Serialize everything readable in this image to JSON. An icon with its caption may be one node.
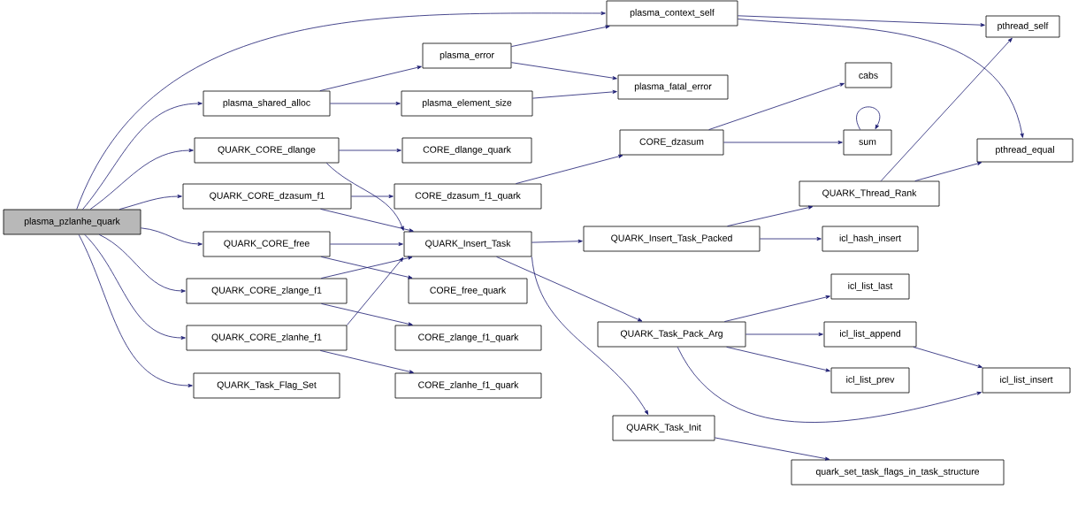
{
  "diagram": {
    "nodes": [
      {
        "text": [
          "plasma_pzlanhe_quark"
        ]
      },
      {
        "text": [
          "plasma_context_self"
        ]
      },
      {
        "text": [
          "pthread_self"
        ]
      },
      {
        "text": [
          "plasma_error"
        ]
      },
      {
        "text": [
          "plasma_shared_alloc"
        ]
      },
      {
        "text": [
          "plasma_element_size"
        ]
      },
      {
        "text": [
          "plasma_fatal_error"
        ]
      },
      {
        "text": [
          "cabs"
        ]
      },
      {
        "text": [
          "QUARK_CORE_dlange"
        ]
      },
      {
        "text": [
          "CORE_dlange_quark"
        ]
      },
      {
        "text": [
          "CORE_dzasum"
        ]
      },
      {
        "text": [
          "sum"
        ]
      },
      {
        "text": [
          "pthread_equal"
        ]
      },
      {
        "text": [
          "QUARK_CORE_dzasum_f1"
        ]
      },
      {
        "text": [
          "CORE_dzasum_f1_quark"
        ]
      },
      {
        "text": [
          "QUARK_Thread_Rank"
        ]
      },
      {
        "text": [
          "QUARK_CORE_free"
        ]
      },
      {
        "text": [
          "QUARK_Insert_Task"
        ]
      },
      {
        "text": [
          "QUARK_Insert_Task_Packed"
        ]
      },
      {
        "text": [
          "icl_hash_insert"
        ]
      },
      {
        "text": [
          "QUARK_CORE_zlange_f1"
        ]
      },
      {
        "text": [
          "CORE_free_quark"
        ]
      },
      {
        "text": [
          "icl_list_last"
        ]
      },
      {
        "text": [
          "QUARK_Task_Pack_Arg"
        ]
      },
      {
        "text": [
          "icl_list_append"
        ]
      },
      {
        "text": [
          "icl_list_insert"
        ]
      },
      {
        "text": [
          "CORE_zlange_f1_quark"
        ]
      },
      {
        "text": [
          "QUARK_CORE_zlanhe_f1"
        ]
      },
      {
        "text": [
          "icl_list_prev"
        ]
      },
      {
        "text": [
          "QUARK_Task_Flag_Set"
        ]
      },
      {
        "text": [
          "CORE_zlanhe_f1_quark"
        ]
      },
      {
        "text": [
          "QUARK_Task_Init"
        ]
      },
      {
        "text": [
          "quark_set_task_flags_in_task_structure"
        ]
      }
    ],
    "edges": [
      {
        "from": 0,
        "to": 1,
        "arrow": "to"
      },
      {
        "from": 0,
        "to": 4,
        "arrow": "to"
      },
      {
        "from": 0,
        "to": 8,
        "arrow": "to"
      },
      {
        "from": 0,
        "to": 13,
        "arrow": "to"
      },
      {
        "from": 0,
        "to": 16,
        "arrow": "to"
      },
      {
        "from": 0,
        "to": 20,
        "arrow": "to"
      },
      {
        "from": 0,
        "to": 27,
        "arrow": "to"
      },
      {
        "from": 0,
        "to": 29,
        "arrow": "to"
      },
      {
        "from": 1,
        "to": 2,
        "arrow": "to"
      },
      {
        "from": 1,
        "to": 12,
        "arrow": "to"
      },
      {
        "from": 3,
        "to": 1,
        "arrow": "to"
      },
      {
        "from": 3,
        "to": 6,
        "arrow": "to"
      },
      {
        "from": 4,
        "to": 3,
        "arrow": "to"
      },
      {
        "from": 4,
        "to": 5,
        "arrow": "to"
      },
      {
        "from": 5,
        "to": 6,
        "arrow": "to"
      },
      {
        "from": 8,
        "to": 9,
        "arrow": "to"
      },
      {
        "from": 8,
        "to": 17,
        "arrow": "to"
      },
      {
        "from": 10,
        "to": 7,
        "arrow": "to"
      },
      {
        "from": 10,
        "to": 11,
        "arrow": "to"
      },
      {
        "from": 11,
        "to": 11,
        "arrow": "to"
      },
      {
        "from": 13,
        "to": 14,
        "arrow": "to"
      },
      {
        "from": 13,
        "to": 17,
        "arrow": "to"
      },
      {
        "from": 14,
        "to": 10,
        "arrow": "to"
      },
      {
        "from": 16,
        "to": 17,
        "arrow": "to"
      },
      {
        "from": 16,
        "to": 21,
        "arrow": "to"
      },
      {
        "from": 20,
        "to": 17,
        "arrow": "to"
      },
      {
        "from": 20,
        "to": 26,
        "arrow": "to"
      },
      {
        "from": 27,
        "to": 17,
        "arrow": "to"
      },
      {
        "from": 27,
        "to": 30,
        "arrow": "to"
      },
      {
        "from": 17,
        "to": 18,
        "arrow": "to"
      },
      {
        "from": 17,
        "to": 23,
        "arrow": "to"
      },
      {
        "from": 17,
        "to": 31,
        "arrow": "to"
      },
      {
        "from": 18,
        "to": 15,
        "arrow": "to"
      },
      {
        "from": 18,
        "to": 19,
        "arrow": "to"
      },
      {
        "from": 15,
        "to": 2,
        "arrow": "to"
      },
      {
        "from": 15,
        "to": 12,
        "arrow": "to"
      },
      {
        "from": 23,
        "to": 22,
        "arrow": "to"
      },
      {
        "from": 23,
        "to": 24,
        "arrow": "to"
      },
      {
        "from": 23,
        "to": 28,
        "arrow": "to"
      },
      {
        "from": 23,
        "to": 25,
        "arrow": "to"
      },
      {
        "from": 24,
        "to": 25,
        "arrow": "to"
      },
      {
        "from": 31,
        "to": 32,
        "arrow": "to"
      }
    ]
  }
}
